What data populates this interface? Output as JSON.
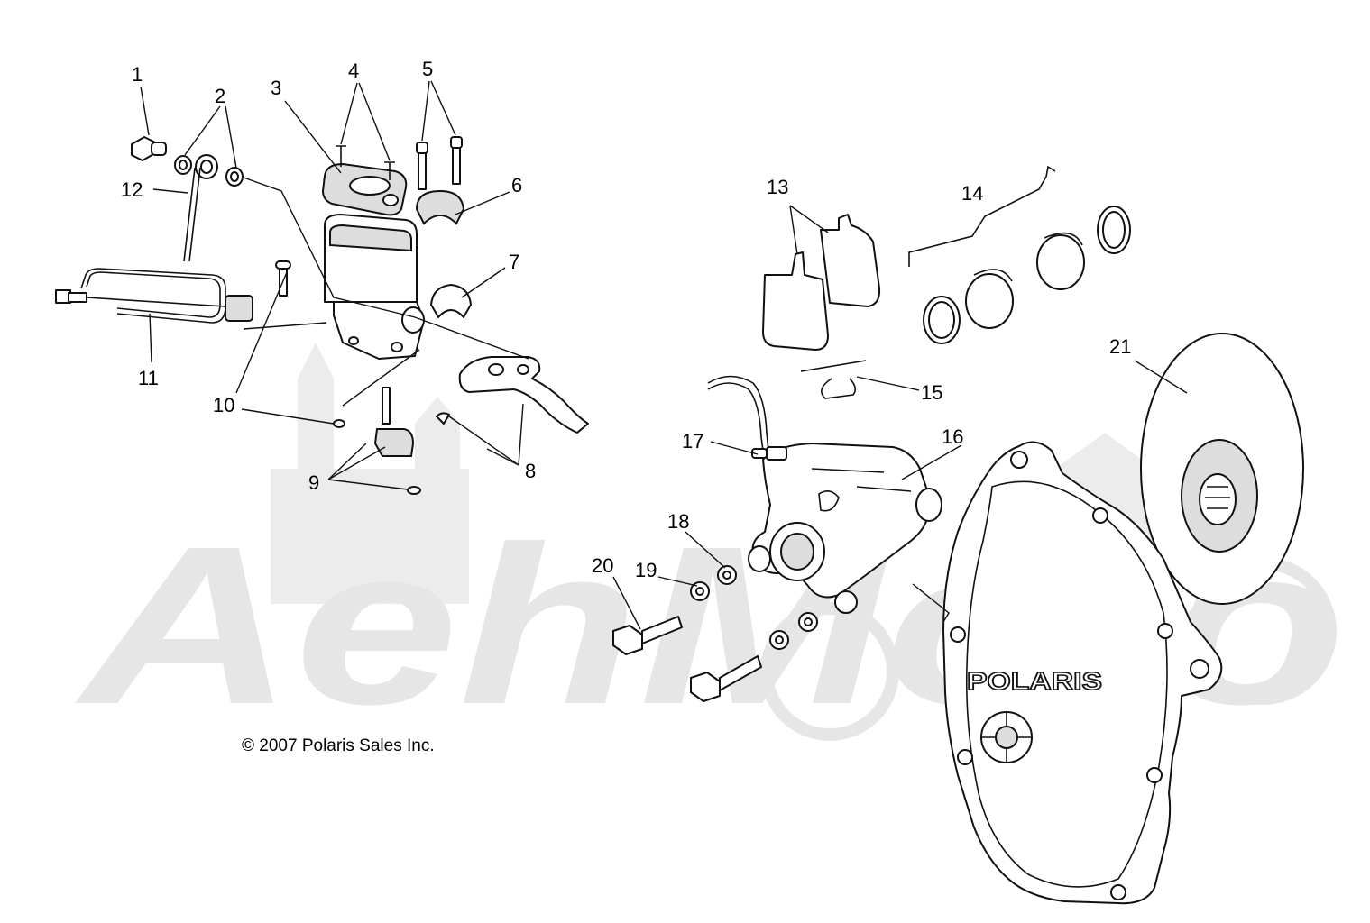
{
  "watermark": {
    "text": "AehMoto"
  },
  "copyright": "© 2007 Polaris Sales Inc.",
  "brand_text": "POLARIS",
  "callouts": [
    "1",
    "2",
    "3",
    "4",
    "5",
    "6",
    "7",
    "8",
    "9",
    "10",
    "11",
    "12",
    "13",
    "14",
    "15",
    "16",
    "17",
    "18",
    "19",
    "20",
    "21"
  ],
  "colors": {
    "line": "#111111",
    "watermark": "#e6e6e6",
    "background": "#ffffff"
  }
}
